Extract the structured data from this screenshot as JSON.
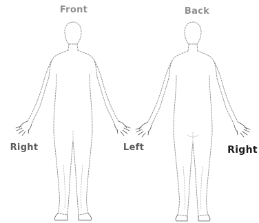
{
  "labels": {
    "front": "Front",
    "back": "Back",
    "right_front": "Right",
    "left_front": "Left",
    "right_back": "Right"
  },
  "colors": {
    "background": "#ffffff",
    "outline": "#8a8a8a",
    "header_text": "#8e8e8e",
    "side_text_dark": "#1e1e1e"
  },
  "figures": [
    {
      "view": "front",
      "icon": "body-outline-front-icon"
    },
    {
      "view": "back",
      "icon": "body-outline-back-icon"
    }
  ]
}
